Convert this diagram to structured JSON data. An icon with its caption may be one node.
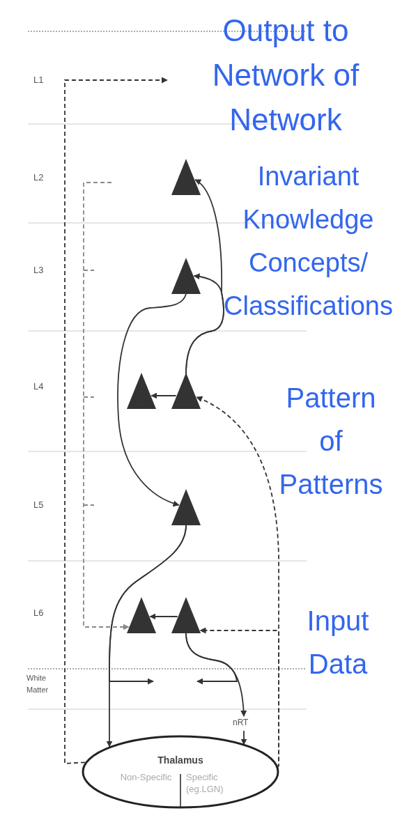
{
  "diagram": {
    "nodes": [
      {
        "text": [],
        "shape": "triangle"
      },
      {
        "text": [],
        "shape": "triangle"
      },
      {
        "text": [],
        "shape": "triangle"
      },
      {
        "text": [],
        "shape": "triangle"
      },
      {
        "text": [],
        "shape": "triangle"
      },
      {
        "text": [],
        "shape": "triangle"
      },
      {
        "text": [],
        "shape": "triangle"
      },
      {
        "text": [
          "nRT"
        ]
      },
      {
        "text": [
          "Thalamus",
          "Non-Specific",
          "Specific (eg.LGN)"
        ]
      },
      {
        "text": [
          "Output to Network of Network"
        ]
      }
    ],
    "edges": [
      {
        "from": 8,
        "to": 9,
        "arrow": "to",
        "style": "dashed"
      },
      {
        "from": null,
        "to": 5,
        "arrow": "to",
        "style": "dashed",
        "color": "#888888"
      },
      {
        "from": 3,
        "to": 2,
        "arrow": "to"
      },
      {
        "from": 6,
        "to": 5,
        "arrow": "to"
      },
      {
        "from": 3,
        "to": 1,
        "arrow": "to"
      },
      {
        "from": 3,
        "to": 0,
        "arrow": "to"
      },
      {
        "from": 1,
        "to": 4,
        "arrow": "to"
      },
      {
        "from": 4,
        "to": 8,
        "arrow": "to"
      },
      {
        "from": 4,
        "to": null,
        "arrow": "to"
      },
      {
        "from": 6,
        "to": 7,
        "arrow": "to"
      },
      {
        "from": 6,
        "to": null,
        "arrow": "to"
      },
      {
        "from": 7,
        "to": 8,
        "arrow": "to"
      },
      {
        "from": 8,
        "to": 6,
        "arrow": "to",
        "style": "dashed"
      },
      {
        "from": 8,
        "to": 3,
        "arrow": "to",
        "style": "dashed"
      }
    ],
    "labels": [
      "L1",
      "L2",
      "Invariant Knowledge Concepts/ Classifications",
      "L3",
      "L4",
      "Pattern of Patterns",
      "L5",
      "L6",
      "Input Data",
      "White Matter"
    ]
  }
}
